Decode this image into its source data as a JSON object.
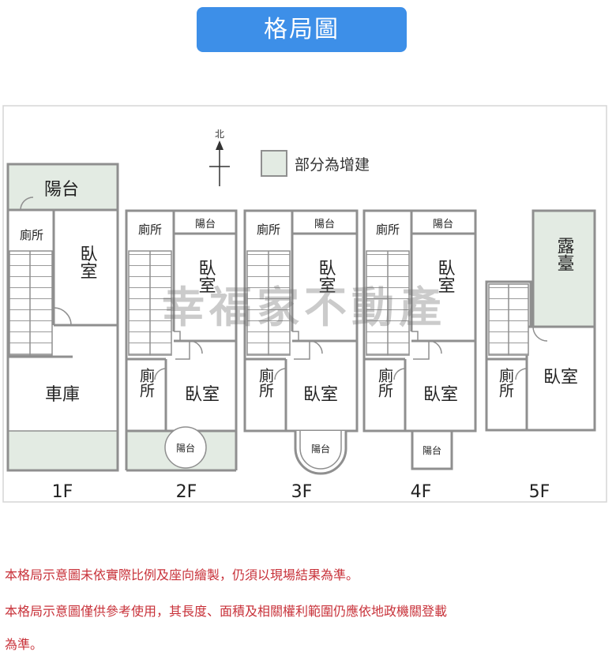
{
  "header": {
    "title": "格局圖"
  },
  "legend": {
    "north": "北",
    "added_label": "部分為增建"
  },
  "watermark": "幸福家不動產",
  "floors": {
    "f1": {
      "level": "1F",
      "balcony": "陽台",
      "toilet": "廁所",
      "bedroom": "臥室",
      "garage": "車庫"
    },
    "f2": {
      "level": "2F",
      "toilet_top": "廁所",
      "balcony_top": "陽台",
      "bedroom_top": "臥室",
      "toilet_bottom": "廁所",
      "bedroom_bottom": "臥室",
      "balcony_bottom": "陽台"
    },
    "f3": {
      "level": "3F",
      "toilet_top": "廁所",
      "balcony_top": "陽台",
      "bedroom_top": "臥室",
      "toilet_bottom": "廁所",
      "bedroom_bottom": "臥室",
      "balcony_bottom": "陽台"
    },
    "f4": {
      "level": "4F",
      "toilet_top": "廁所",
      "balcony_top": "陽台",
      "bedroom_top": "臥室",
      "toilet_bottom": "廁所",
      "bedroom_bottom": "臥室",
      "balcony_bottom": "陽台"
    },
    "f5": {
      "level": "5F",
      "terrace": "露臺",
      "toilet": "廁所",
      "bedroom": "臥室"
    }
  },
  "disclaimer": {
    "line1": "本格局示意圖未依實際比例及座向繪製，仍須以現場結果為準。",
    "line2": "本格局示意圖僅供參考使用，其長度、面積及相關權利範圍仍應依地政機關登載",
    "line3": "為準。"
  },
  "colors": {
    "title_bg": "#3d8fe8",
    "added_fill": "#e3ebe3",
    "wall": "#8f8f8f",
    "disclaimer": "#c8323a"
  }
}
